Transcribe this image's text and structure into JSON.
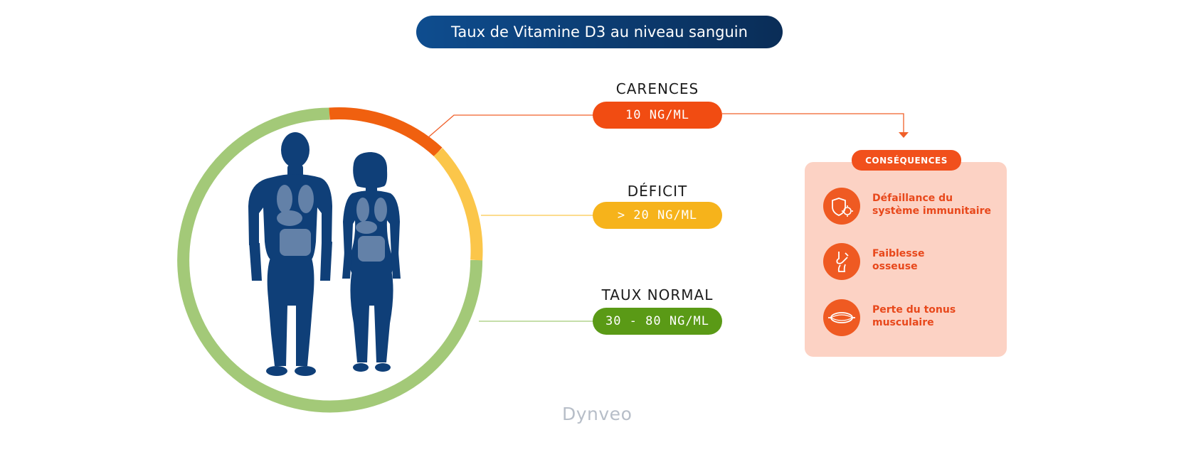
{
  "title": "Taux de Vitamine D3 au niveau sanguin",
  "levels": [
    {
      "label": "CARENCES",
      "value": "10 NG/ML",
      "color": "#f14c12"
    },
    {
      "label": "DÉFICIT",
      "value": "> 20 NG/ML",
      "color": "#f6b31b"
    },
    {
      "label": "TAUX NORMAL",
      "value": "30 - 80 NG/ML",
      "color": "#5a9a16"
    }
  ],
  "ring_colors": {
    "carences": "#f0600f",
    "deficit": "#fbc64a",
    "normal": "#a3c978"
  },
  "figure_color": "#0f3f78",
  "consequences": {
    "badge": "CONSÉQUENCES",
    "items": [
      {
        "line1": "Défaillance du",
        "line2": "système immunitaire",
        "icon": "immune-shield-icon"
      },
      {
        "line1": "Faiblesse",
        "line2": "osseuse",
        "icon": "bone-joint-icon"
      },
      {
        "line1": "Perte du tonus",
        "line2": "musculaire",
        "icon": "muscle-icon"
      }
    ]
  },
  "brand": "Dynveo"
}
